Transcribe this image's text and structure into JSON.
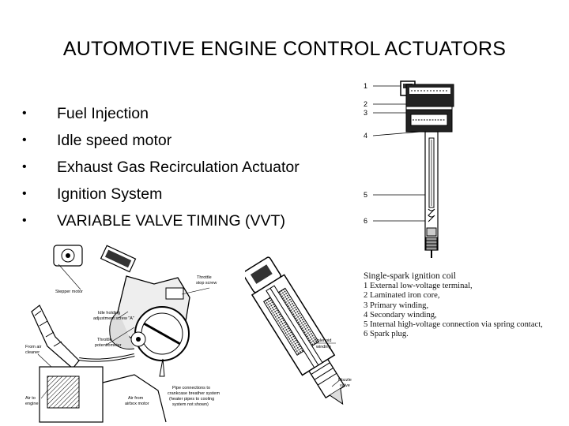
{
  "slide": {
    "title": "AUTOMOTIVE ENGINE CONTROL ACTUATORS",
    "bullet_glyph": "•",
    "bullets": [
      "Fuel Injection",
      "Idle speed motor",
      "Exhaust Gas Recirculation Actuator",
      "Ignition System",
      "VARIABLE VALVE TIMING (VVT)"
    ]
  },
  "throttle_diagram": {
    "labels": {
      "stepper_motor": "Stepper motor",
      "idle_hold_1": "Idle holding",
      "idle_hold_2": "adjustment screw \"A\"",
      "throttle_pot_1": "Throttle",
      "throttle_pot_2": "potentiometer",
      "throttle_stop_1": "Throttle",
      "throttle_stop_2": "stop screw",
      "from_air_1": "From air",
      "from_air_2": "cleaner",
      "air_to_1": "Air to",
      "air_to_2": "engine",
      "pipe_1": "Pipe connections to",
      "pipe_2": "crankcase breather system",
      "pipe_3": "(heater pipes to cooling",
      "pipe_4": "system not shown)",
      "air_from_1": "Air from",
      "air_from_2": "airbox motor"
    }
  },
  "injector_diagram": {
    "labels": {
      "solenoid_1": "Solenoid",
      "solenoid_2": "winding",
      "nozzle_1": "Nozzle",
      "nozzle_2": "valve"
    }
  },
  "ignition_coil": {
    "numbers": [
      "1",
      "2",
      "3",
      "4",
      "5",
      "6"
    ],
    "caption_title": "Single-spark ignition coil",
    "caption_items": [
      "1 External low-voltage terminal,",
      "2 Laminated iron core,",
      "3 Primary winding,",
      "4 Secondary winding,",
      "5 Internal high-voltage connection via spring contact,",
      "6 Spark plug."
    ]
  }
}
